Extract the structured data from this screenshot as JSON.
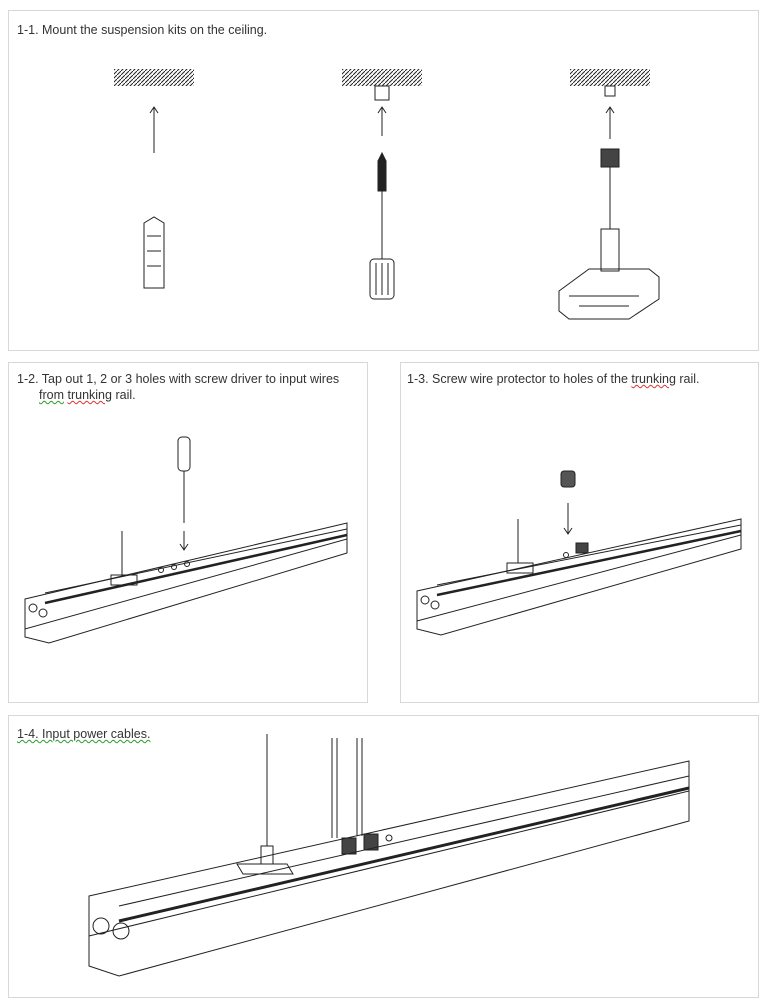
{
  "steps": [
    {
      "label": "1-1. Mount the suspension kits on the ceiling."
    },
    {
      "label_a": "1-2. Tap out 1, 2 or 3 holes with screw driver to input wires",
      "label_b1": "from",
      "label_b2": "trunking",
      "label_b3": "rail."
    },
    {
      "label_a": "1-3. Screw wire protector to holes of the",
      "label_b": "trunking",
      "label_c": "rail."
    },
    {
      "label": "1-4. Input power cables."
    }
  ]
}
